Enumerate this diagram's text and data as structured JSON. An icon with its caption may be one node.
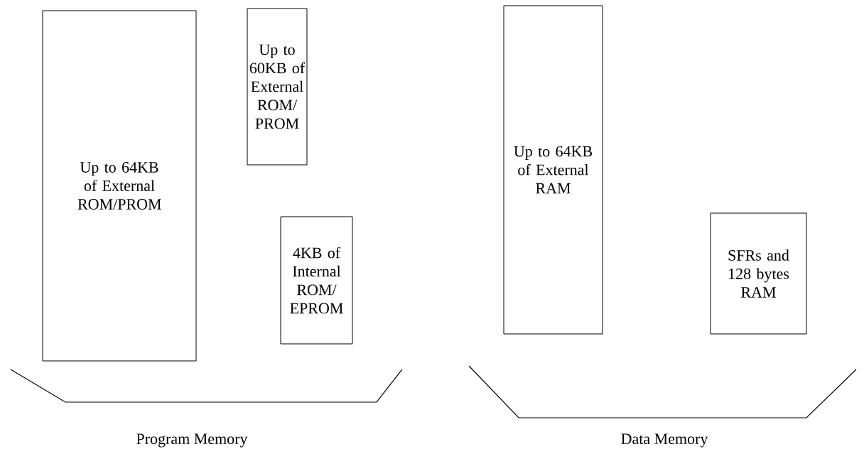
{
  "diagram": {
    "nodes": [
      {
        "text": [
          "Up to 64KB of External ROM/PROM"
        ]
      },
      {
        "text": [
          "Up to 60KB of External ROM/ PROM"
        ]
      },
      {
        "text": [
          "4KB of Internal ROM/ EPROM"
        ]
      },
      {
        "text": [
          "Up to 64KB of External RAM"
        ]
      },
      {
        "text": [
          "SFRs and 128 bytes RAM"
        ]
      }
    ],
    "labels": [
      "Program Memory",
      "Data Memory"
    ]
  }
}
